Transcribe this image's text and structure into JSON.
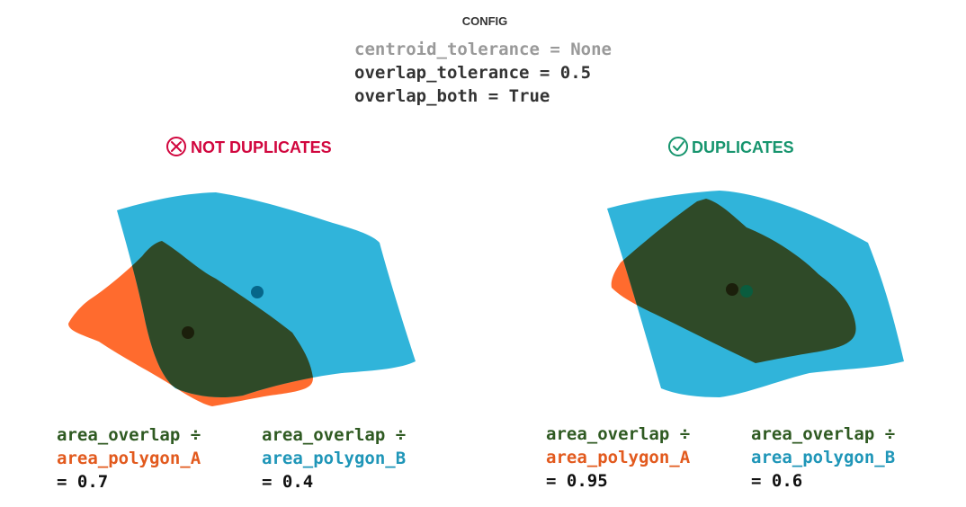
{
  "header": {
    "title": "CONFIG"
  },
  "config_lines": [
    "centroid_tolerance = None",
    "overlap_tolerance = 0.5",
    "overlap_both = True"
  ],
  "colors": {
    "polygon_a": "#ff6b2e",
    "polygon_b": "#30b4da",
    "overlap": "#2f4a28",
    "negative": "#d1063e",
    "positive": "#17956e",
    "label_overlap": "#2f5a22",
    "label_a": "#e25a1e",
    "label_b": "#1f96b8",
    "muted": "#999999",
    "text": "#333333"
  },
  "panels": {
    "left": {
      "verdict": "NOT DUPLICATES",
      "verdict_icon": "x-circle-icon",
      "formula_a": {
        "numerator": "area_overlap ÷",
        "denominator": "area_polygon_A",
        "result": "= 0.7"
      },
      "formula_b": {
        "numerator": "area_overlap ÷",
        "denominator": "area_polygon_B",
        "result": "= 0.4"
      }
    },
    "right": {
      "verdict": "DUPLICATES",
      "verdict_icon": "check-circle-icon",
      "formula_a": {
        "numerator": "area_overlap ÷",
        "denominator": "area_polygon_A",
        "result": "= 0.95"
      },
      "formula_b": {
        "numerator": "area_overlap ÷",
        "denominator": "area_polygon_B",
        "result": "= 0.6"
      }
    }
  }
}
